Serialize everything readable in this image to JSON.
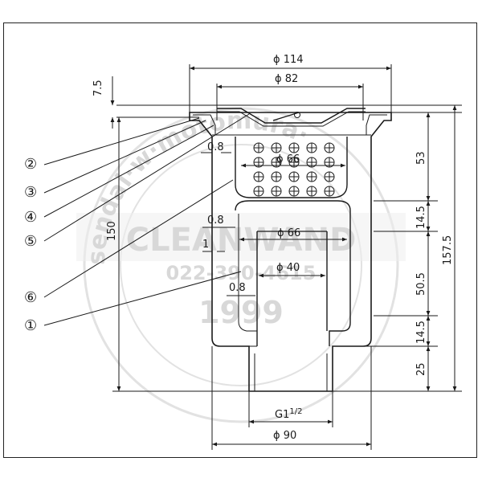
{
  "dimensions": {
    "d114": "ϕ 114",
    "d82": "ϕ 82",
    "d66_strainer": "ϕ 66",
    "d66_body": "ϕ 66",
    "d40": "ϕ 40",
    "d90": "ϕ 90",
    "thread": "G1",
    "thread_sup": "1/2",
    "t0_8_top": "0.8",
    "t0_8_mid": "0.8",
    "t0_8_low": "0.8",
    "t1": "1",
    "h7_5": "7.5",
    "h150": "150",
    "h53": "53",
    "h14_5_top": "14.5",
    "h50_5": "50.5",
    "h14_5_bot": "14.5",
    "h25": "25",
    "h157_5": "157.5"
  },
  "callouts": [
    "②",
    "③",
    "④",
    "⑤",
    "⑥",
    "①"
  ],
  "watermark": {
    "ring_text": "sendai·w·motomura·",
    "phone": "022-390-4615",
    "year": "1999",
    "band": "CLEANWAND"
  },
  "colors": {
    "line": "#1a1a1a",
    "watermark": "#d8d8d8"
  }
}
